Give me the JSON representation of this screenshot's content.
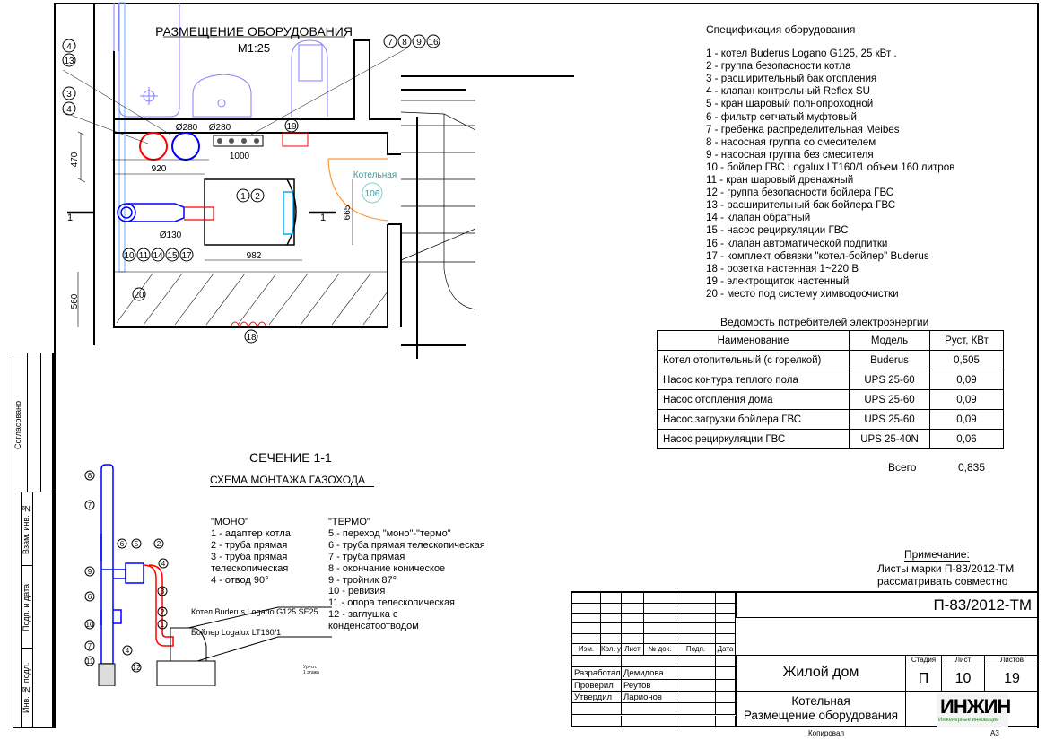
{
  "plan": {
    "title": "РАЗМЕЩЕНИЕ ОБОРУДОВАНИЯ",
    "scale": "М1:25",
    "room_name": "Котельная",
    "room_number": "106",
    "dims": {
      "d1": "Ø280",
      "d2": "Ø280",
      "d3": "Ø130",
      "w470": "470",
      "w560": "560",
      "w920": "920",
      "w1000": "1000",
      "w982": "982",
      "w665": "665"
    },
    "section_mark": "1",
    "callouts": {
      "a": [
        "4",
        "13"
      ],
      "b": [
        "3",
        "4"
      ],
      "c": [
        "7",
        "8",
        "9",
        "16"
      ],
      "d": [
        "19"
      ],
      "e": [
        "1",
        "2"
      ],
      "f": [
        "10",
        "11",
        "14",
        "15",
        "17"
      ],
      "g": [
        "20"
      ],
      "h": [
        "18"
      ]
    }
  },
  "spec": {
    "title": "Спецификация оборудования",
    "items": [
      "1 - котел Buderus Logano G125, 25 кВт .",
      "2 - группа безопасности котла",
      "3 - расширительный бак отопления",
      "4 - клапан контрольный Reflex SU",
      "5 - кран шаровый полнопроходной",
      "6 - фильтр сетчатый муфтовый",
      "7 - гребенка распределительная Meibes",
      "8 - насосная группа со смесителем",
      "9 - насосная группа без смесителя",
      "10 - бойлер ГВС Logalux LT160/1 объем 160 литров",
      "11 - кран шаровый дренажный",
      "12 - группа безопасности бойлера ГВС",
      "13 - расширительный бак бойлера ГВС",
      "14 - клапан обратный",
      "15 - насос рециркуляции ГВС",
      "16 - клапан автоматической подпитки",
      "17 - комплект обвязки \"котел-бойлер\" Buderus",
      "18 - розетка настенная 1~220 В",
      "19 - электрощиток настенный",
      "20 - место под систему химводоочистки"
    ]
  },
  "power": {
    "title": "Ведомость потребителей электроэнергии",
    "headers": [
      "Наименование",
      "Модель",
      "Pуст, КВт"
    ],
    "rows": [
      [
        "Котел отопительный (с горелкой)",
        "Buderus",
        "0,505"
      ],
      [
        "Насос контура теплого пола",
        "UPS 25-60",
        "0,09"
      ],
      [
        "Насос отопления дома",
        "UPS 25-60",
        "0,09"
      ],
      [
        "Насос загрузки бойлера ГВС",
        "UPS 25-60",
        "0,09"
      ],
      [
        "Насос рециркуляции ГВС",
        "UPS 25-40N",
        "0,06"
      ]
    ],
    "total_label": "Всего",
    "total_value": "0,835"
  },
  "section": {
    "title": "СЕЧЕНИЕ 1-1",
    "subtitle": "СХЕМА МОНТАЖА ГАЗОХОДА",
    "mono_title": "\"МОНО\"",
    "mono": [
      "1 - адаптер котла",
      "2 - труба прямая",
      "3 - труба прямая",
      "телескопическая",
      "4 - отвод 90°"
    ],
    "termo_title": "\"ТЕРМО\"",
    "termo": [
      "5 - переход \"моно\"-\"термо\"",
      "6 - труба прямая телескопическая",
      "7 - труба прямая",
      "8 - окончание коническое",
      "9 - тройник 87°",
      "10 - ревизия",
      "11 - опора телескопическая",
      "12 - заглушка с",
      "конденсатоотводом"
    ],
    "boiler_label": "Котел Buderus Logano G125 SE25",
    "tank_label": "Бойлер Logalux LT160/1",
    "level_label": "Ур.ч.п.",
    "level_sub": "1 этажа",
    "nums": {
      "n8": "8",
      "n7": "7",
      "n6": "6",
      "n5": "5",
      "n2": "2",
      "n4": "4",
      "n9": "9",
      "n3": "3",
      "n1": "1",
      "n10": "10",
      "n11": "11",
      "n12": "12"
    }
  },
  "note": {
    "title": "Примечание:",
    "line1": "Листы марки П-83/2012-ТМ",
    "line2": "рассматривать совместно"
  },
  "stamp": {
    "code": "П-83/2012-ТМ",
    "cols": [
      "Изм.",
      "Кол. уч.",
      "Лист",
      "№ док.",
      "Подп.",
      "Дата"
    ],
    "roles": [
      [
        "Разработал",
        "Демидова"
      ],
      [
        "Проверил",
        "Реутов"
      ],
      [
        "Утвердил",
        "Ларионов"
      ]
    ],
    "object": "Жилой дом",
    "sheet_title1": "Котельная",
    "sheet_title2": "Размещение оборудования",
    "stage_label": "Стадия",
    "sheet_label": "Лист",
    "sheets_label": "Листов",
    "stage": "П",
    "sheet": "10",
    "sheets": "19",
    "logo": "ИНЖИН",
    "logo_sub": "Инженерные инновации",
    "copied": "Копировал",
    "format": "А3"
  },
  "side": {
    "agreed": "Согласовано",
    "inv_replace": "Взам. инв. №",
    "sign_date": "Подп. и дата",
    "inv_orig": "Инв. № подл."
  },
  "colors": {
    "red": "#ff0000",
    "blue": "#0000ff",
    "orange": "#ff9a3c",
    "teal": "#3a9a9a"
  }
}
